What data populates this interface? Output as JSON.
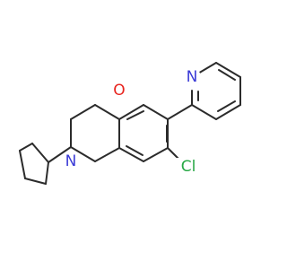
{
  "molecule": {
    "atoms": {
      "pyridine_nitrogen": "N",
      "ring_oxygen": "O",
      "amine_nitrogen": "N",
      "chlorine": "Cl"
    },
    "colors": {
      "bond": "#2b2b2b",
      "nitrogen": "#3b3bd6",
      "oxygen": "#e8251f",
      "chlorine": "#27a845"
    }
  }
}
